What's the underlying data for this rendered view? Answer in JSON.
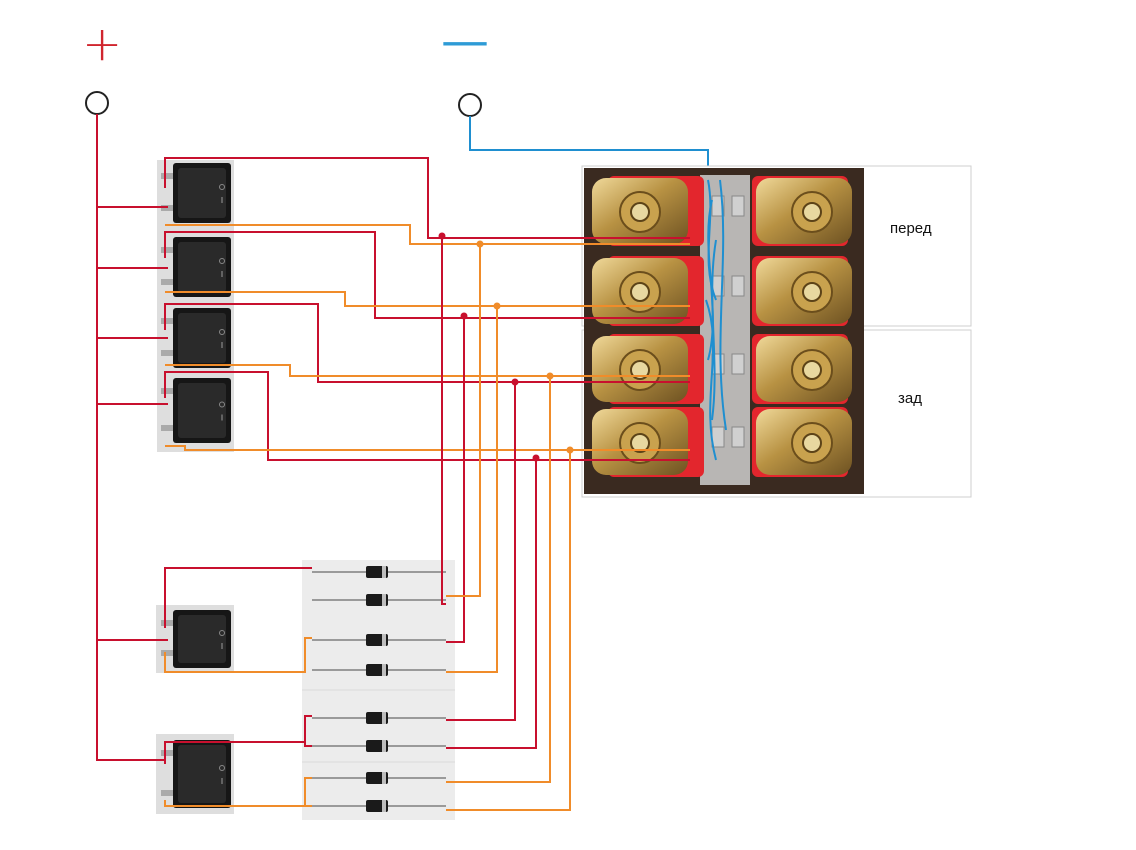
{
  "terminals": {
    "plus_symbol": "+",
    "minus_symbol": "—"
  },
  "labels": {
    "front": "перед",
    "rear": "зад"
  },
  "colors": {
    "wire_red": "#c8102e",
    "wire_orange": "#f08c2a",
    "wire_blue": "#1f8fd0",
    "valve_red": "#e3262d",
    "switch_body": "#161616"
  },
  "components": {
    "rocker_switches": 6,
    "diodes": 8,
    "solenoid_valves": 8
  }
}
